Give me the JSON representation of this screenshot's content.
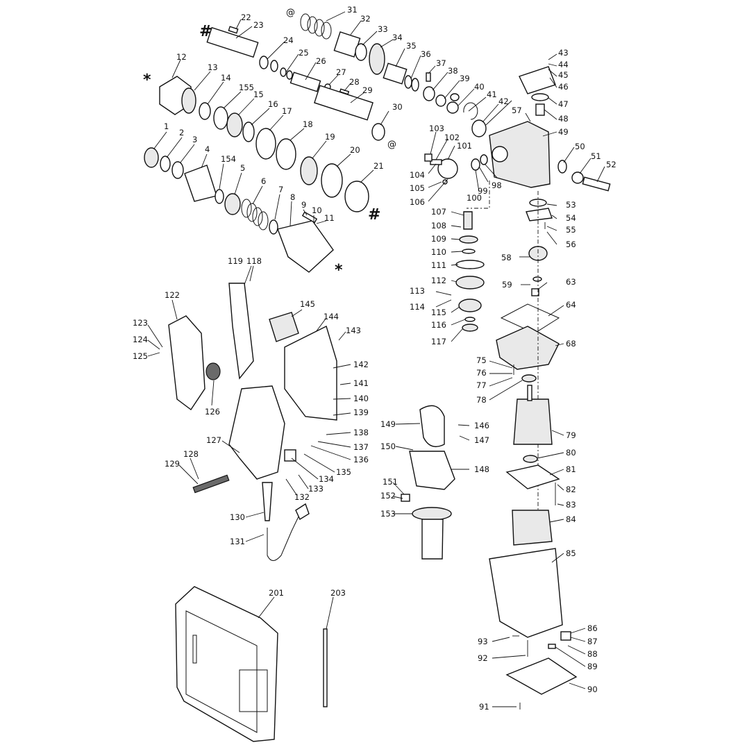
{
  "diagram": {
    "part_labels": [
      "1",
      "2",
      "3",
      "4",
      "5",
      "6",
      "7",
      "8",
      "9",
      "10",
      "11",
      "12",
      "13",
      "14",
      "15",
      "16",
      "17",
      "18",
      "19",
      "20",
      "21",
      "22",
      "23",
      "24",
      "25",
      "26",
      "27",
      "28",
      "29",
      "30",
      "31",
      "32",
      "33",
      "34",
      "35",
      "36",
      "37",
      "38",
      "39",
      "40",
      "41",
      "42",
      "43",
      "44",
      "45",
      "46",
      "47",
      "48",
      "49",
      "50",
      "51",
      "52",
      "53",
      "54",
      "55",
      "56",
      "57",
      "58",
      "59",
      "63",
      "64",
      "68",
      "75",
      "76",
      "77",
      "78",
      "79",
      "80",
      "81",
      "82",
      "83",
      "84",
      "85",
      "86",
      "87",
      "88",
      "89",
      "90",
      "91",
      "92",
      "93",
      "98",
      "99",
      "100",
      "101",
      "102",
      "103",
      "104",
      "105",
      "106",
      "107",
      "108",
      "109",
      "110",
      "111",
      "112",
      "113",
      "114",
      "115",
      "116",
      "117",
      "118",
      "119",
      "122",
      "123",
      "124",
      "125",
      "126",
      "127",
      "128",
      "129",
      "130",
      "131",
      "132",
      "133",
      "134",
      "135",
      "136",
      "137",
      "138",
      "139",
      "140",
      "141",
      "142",
      "143",
      "144",
      "145",
      "146",
      "147",
      "148",
      "149",
      "150",
      "151",
      "152",
      "153",
      "154",
      "155",
      "201",
      "203"
    ],
    "markers": {
      "asterisk": "*",
      "hash": "#",
      "at": "@"
    }
  }
}
